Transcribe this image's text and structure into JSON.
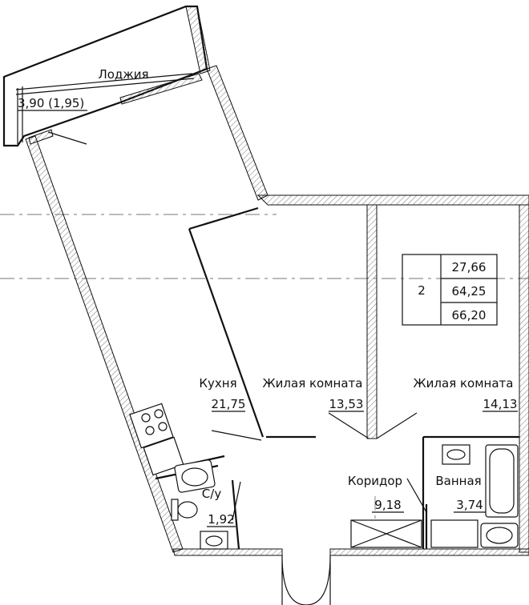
{
  "plan": {
    "rooms_count": "2",
    "areas": {
      "living": "27,66",
      "total": "64,25",
      "total_with_loggia": "66,20"
    },
    "rooms": [
      {
        "name": "Лоджия",
        "area": "3,90 (1,95)"
      },
      {
        "name": "Кухня",
        "area": "21,75"
      },
      {
        "name": "Жилая комната",
        "area": "13,53"
      },
      {
        "name": "Жилая комната",
        "area": "14,13"
      },
      {
        "name": "С/у",
        "area": "1,92"
      },
      {
        "name": "Коридор",
        "area": "9,18"
      },
      {
        "name": "Ванная",
        "area": "3,74"
      }
    ]
  }
}
